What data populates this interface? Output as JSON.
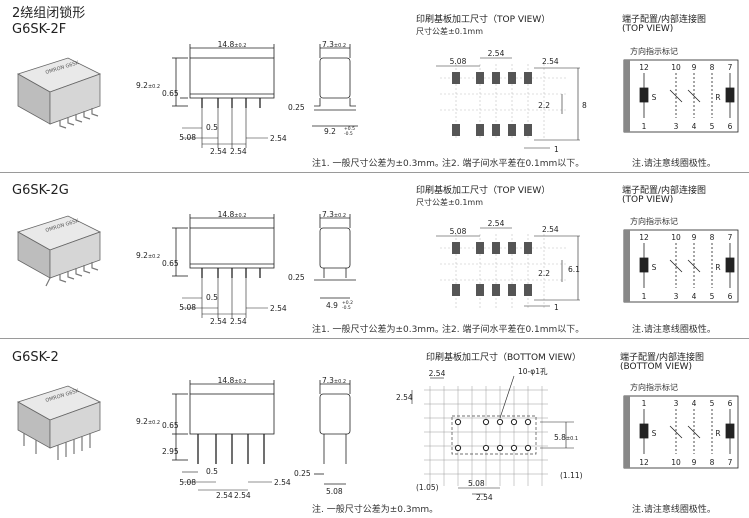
{
  "colors": {
    "line": "#222222",
    "dim": "#333333",
    "grid": "#bfbfbf",
    "body_fill": "#ffffff",
    "photo_gray": "#c9c9c9"
  },
  "sections": [
    {
      "model_prefix": "2绕组闭锁形",
      "model": "G6SK-2F",
      "dims": {
        "width": "14.8",
        "width_tol": "±0.2",
        "depth": "7.3",
        "depth_tol": "±0.2",
        "height": "9.2",
        "height_tol": "±0.2",
        "pin_len": "0.65",
        "pin_w": "0.5",
        "pitch_508": "5.08",
        "pitch_254a": "2.54",
        "pitch_254b": "2.54",
        "pitch_254c": "2.54",
        "side_025": "0.25",
        "side_width": "9.2",
        "side_tol_plus": "+0.5",
        "side_tol_minus": "-0.5"
      },
      "pcb_title": "印刷基板加工尺寸（TOP VIEW）",
      "pcb_tol": "尺寸公差±0.1mm",
      "pcb_dims": {
        "d508": "5.08",
        "d254": "2.54",
        "d254r": "2.54",
        "d22": "2.2",
        "d8": "8",
        "d1": "1"
      },
      "term_title": "端子配置/内部连接图",
      "term_view": "(TOP VIEW)",
      "direction_label": "方向指示标记",
      "pins_top": [
        "12",
        "10",
        "9",
        "8",
        "7"
      ],
      "pins_bottom": [
        "1",
        "3",
        "4",
        "5",
        "6"
      ],
      "coil_left": "S",
      "coil_right": "R",
      "note1": "注1. 一般尺寸公差为±0.3mm。",
      "note2": "注2. 端子间水平差在0.1mm以下。",
      "note3": "注.请注意线圈极性。"
    },
    {
      "model": "G6SK-2G",
      "dims": {
        "width": "14.8",
        "width_tol": "±0.2",
        "depth": "7.3",
        "depth_tol": "±0.2",
        "height": "9.2",
        "height_tol": "±0.2",
        "pin_len": "0.65",
        "pin_w": "0.5",
        "pitch_508": "5.08",
        "pitch_254a": "2.54",
        "pitch_254b": "2.54",
        "pitch_254c": "2.54",
        "side_025": "0.25",
        "side_width": "4.9",
        "side_tol_plus": "+0.2",
        "side_tol_minus": "-0.5"
      },
      "pcb_title": "印刷基板加工尺寸（TOP VIEW）",
      "pcb_tol": "尺寸公差±0.1mm",
      "pcb_dims": {
        "d508": "5.08",
        "d254": "2.54",
        "d254r": "2.54",
        "d22": "2.2",
        "d61": "6.1",
        "d1": "1"
      },
      "term_title": "端子配置/内部连接图",
      "term_view": "(TOP VIEW)",
      "direction_label": "方向指示标记",
      "pins_top": [
        "12",
        "10",
        "9",
        "8",
        "7"
      ],
      "pins_bottom": [
        "1",
        "3",
        "4",
        "5",
        "6"
      ],
      "coil_left": "S",
      "coil_right": "R",
      "note1": "注1. 一般尺寸公差为±0.3mm。",
      "note2": "注2. 端子间水平差在0.1mm以下。",
      "note3": "注.请注意线圈极性。"
    },
    {
      "model": "G6SK-2",
      "dims": {
        "width": "14.8",
        "width_tol": "±0.2",
        "depth": "7.3",
        "depth_tol": "±0.2",
        "height": "9.2",
        "height_tol": "±0.2",
        "pin_len": "0.65",
        "pin_w": "0.5",
        "pitch_508": "5.08",
        "pitch_254a": "2.54",
        "pitch_254b": "2.54",
        "pitch_254c": "2.54",
        "lead": "2.95",
        "side_025": "0.25",
        "side_508": "5.08"
      },
      "pcb_title": "印刷基板加工尺寸（BOTTOM VIEW）",
      "pcb_dims": {
        "d254t": "2.54",
        "d254l": "2.54",
        "hole": "10-φ1孔",
        "d58": "5.8",
        "d58_tol": "±0.1",
        "d105": "(1.05)",
        "d508": "5.08",
        "d254b": "2.54",
        "d111": "(1.11)"
      },
      "term_title": "端子配置/内部连接图",
      "term_view": "(BOTTOM VIEW)",
      "direction_label": "方向指示标记",
      "pins_top": [
        "1",
        "3",
        "4",
        "5",
        "6"
      ],
      "pins_bottom": [
        "12",
        "10",
        "9",
        "8",
        "7"
      ],
      "coil_left": "S",
      "coil_right": "R",
      "note1": "注. 一般尺寸公差为±0.3mm。",
      "note3": "注.请注意线圈极性。"
    }
  ]
}
